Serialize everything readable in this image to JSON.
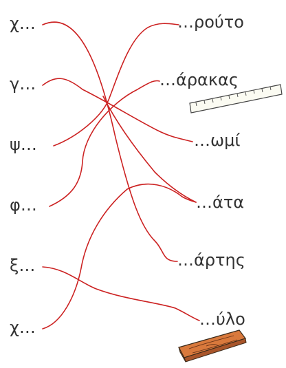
{
  "left_items": [
    "χ…",
    "γ…",
    "ψ…",
    "φ…",
    "ξ…",
    "χ…"
  ],
  "right_items": [
    "…ρούτο",
    "…άρακας",
    "…ωμί",
    "…άτα",
    "…άρτης",
    "…ύλο"
  ],
  "line_color": "#cc2222",
  "text_color": "#333333",
  "pictures": [
    "ruler",
    "wooden-plank"
  ]
}
